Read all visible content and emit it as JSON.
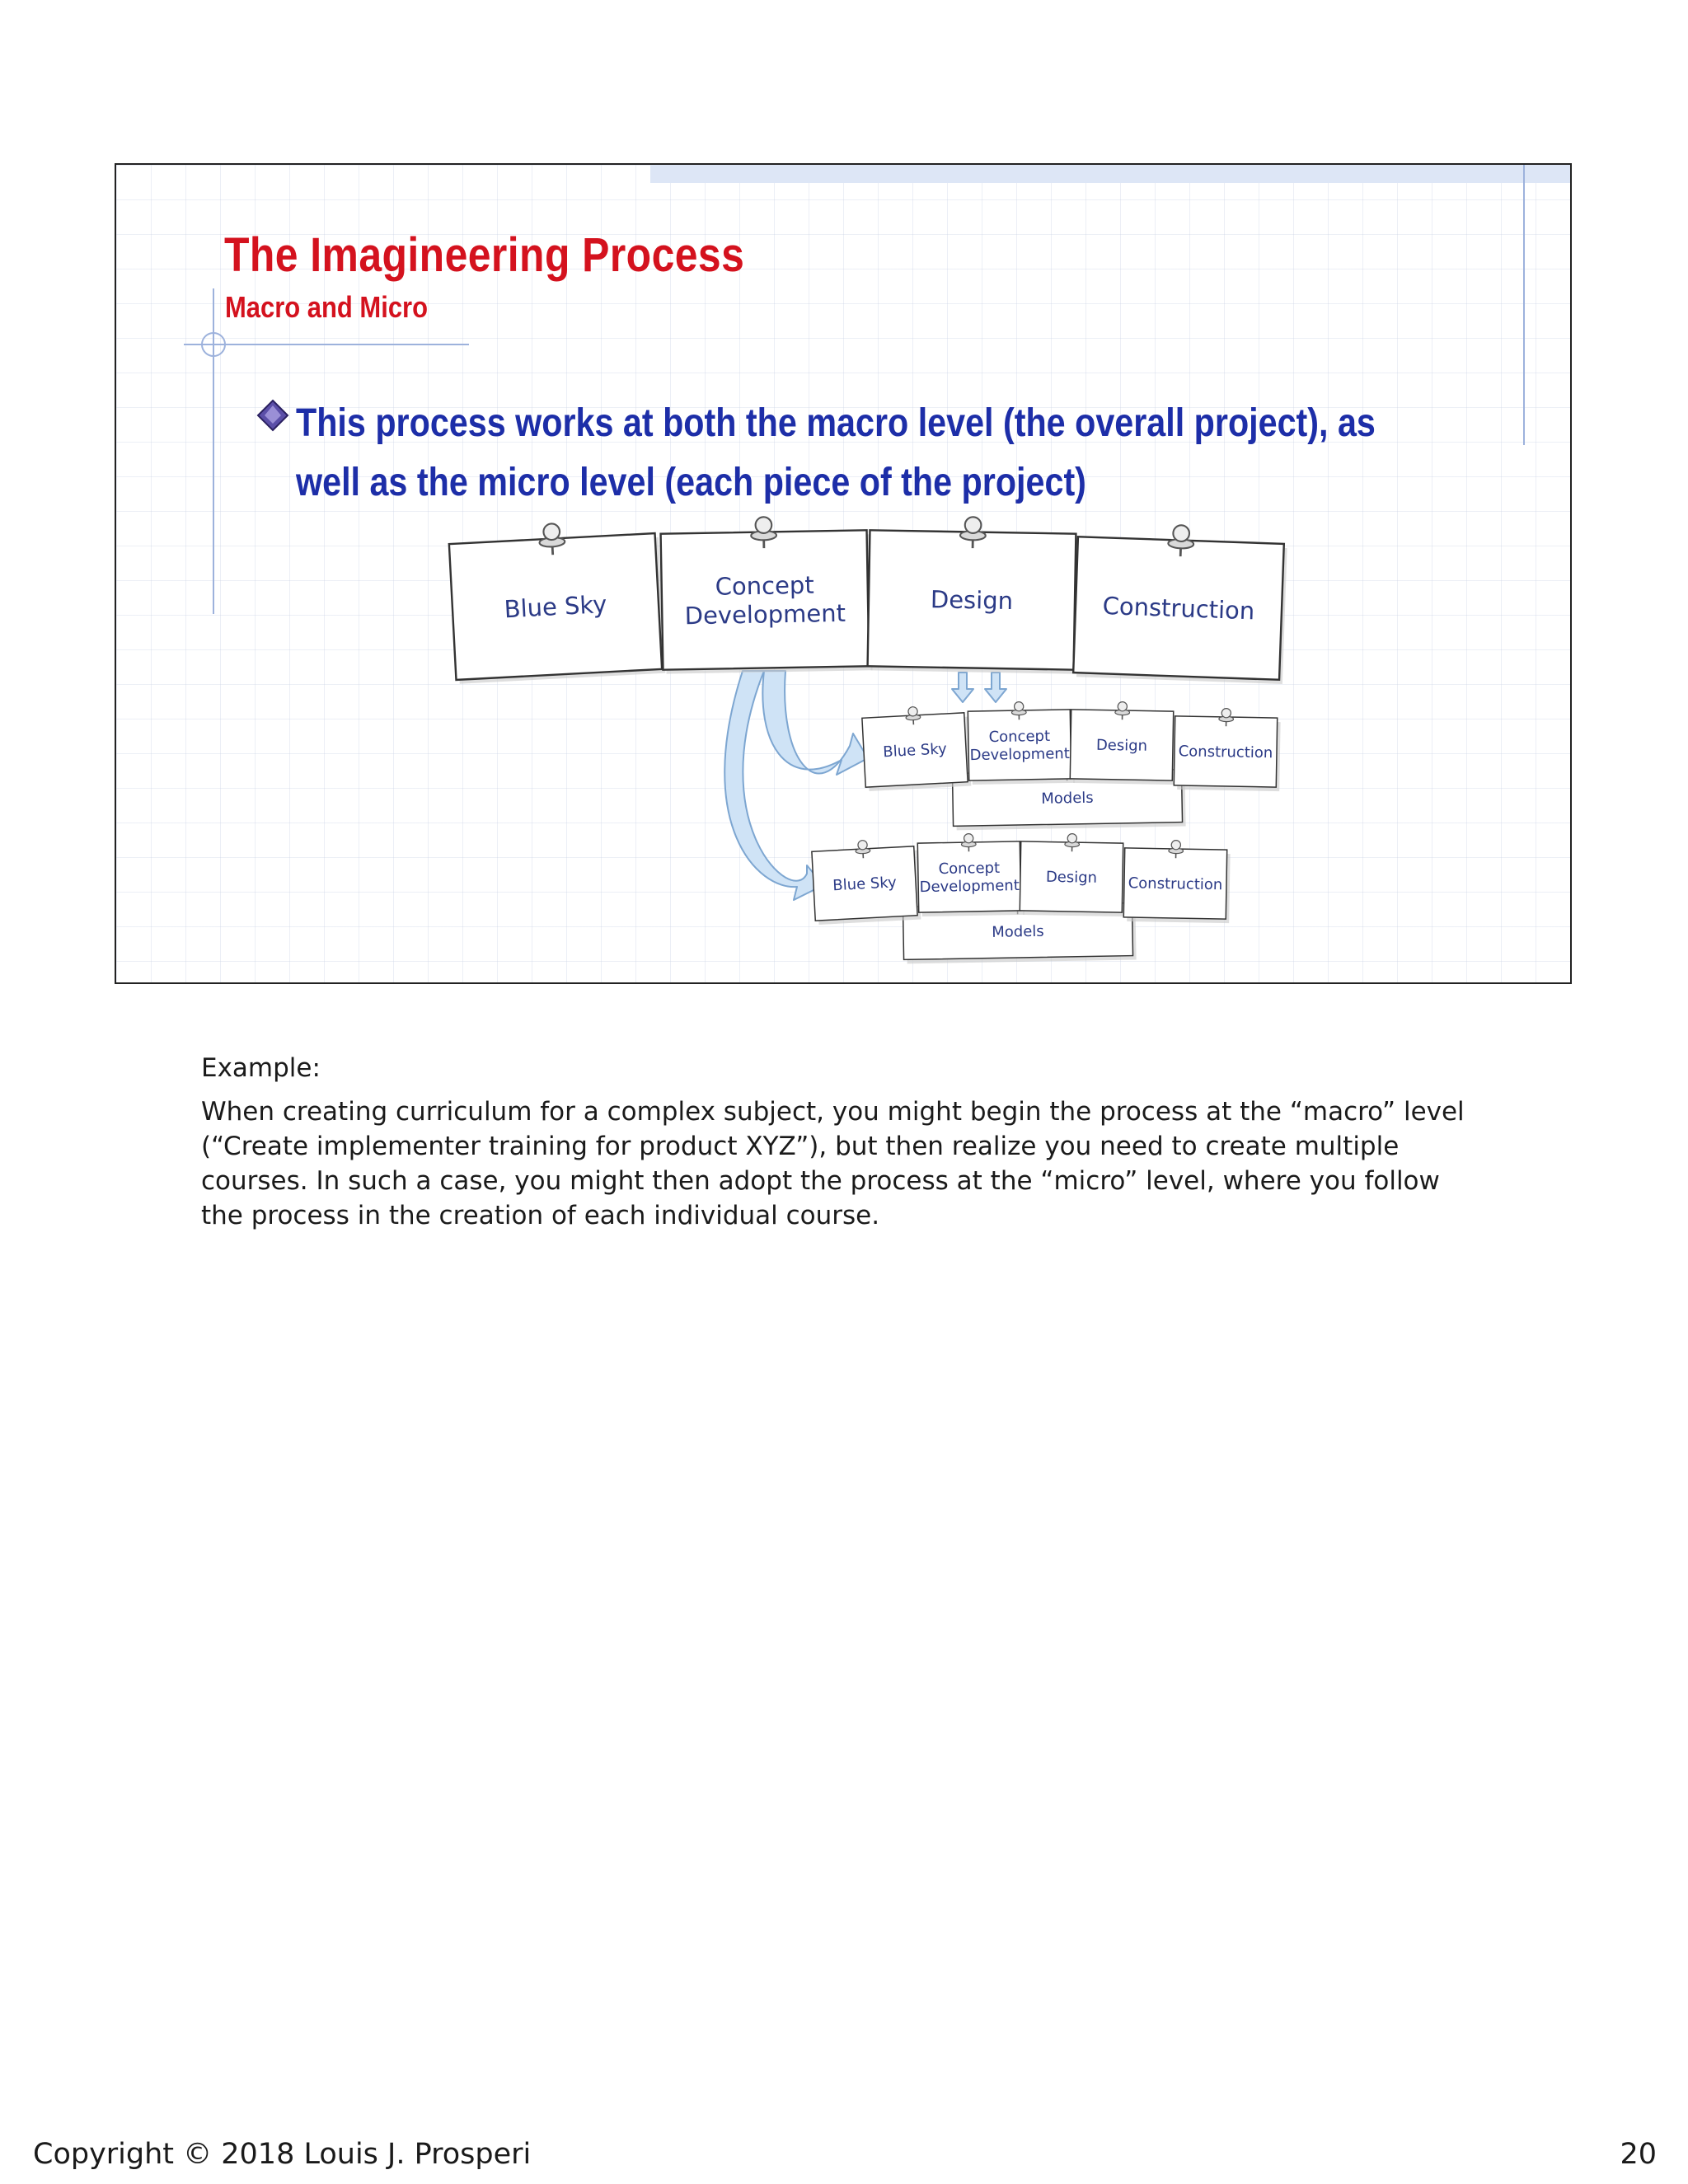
{
  "slide": {
    "title": "The Imagineering Process",
    "subtitle": "Macro and Micro",
    "bullet": "This process works at both the macro level (the overall project), as well as the micro level (each piece of the project)"
  },
  "diagram": {
    "main_cards": [
      "Blue Sky",
      "Concept Development",
      "Design",
      "Construction"
    ],
    "sub_row_1": {
      "cards": [
        "Blue Sky",
        "Concept Development",
        "Design",
        "Construction"
      ],
      "models": "Models"
    },
    "sub_row_2": {
      "cards": [
        "Blue Sky",
        "Concept Development",
        "Design",
        "Construction"
      ],
      "models": "Models"
    }
  },
  "notes": {
    "label": "Example:",
    "body": "When creating curriculum for a complex subject, you might begin the process at the “macro” level (“Create implementer training for product XYZ”), but then realize you need to create multiple courses. In such a case, you might then adopt the process at the “micro” level, where you follow the process in the creation of each individual course."
  },
  "footer": {
    "copyright": "Copyright © 2018 Louis J. Prosperi",
    "page_number": "20"
  },
  "colors": {
    "title": "#d4121e",
    "bullet": "#1d2ea8",
    "card_text": "#2b3a86",
    "arrow_fill": "#cfe3f6",
    "arrow_stroke": "#7da6d1"
  }
}
